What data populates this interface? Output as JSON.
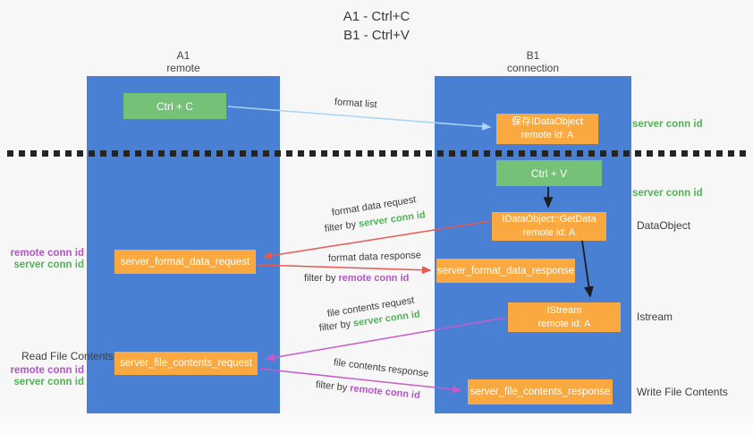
{
  "title": {
    "line1": "A1 - Ctrl+C",
    "line2": "B1 - Ctrl+V"
  },
  "lanes": {
    "a": {
      "name": "A1",
      "subtitle": "remote"
    },
    "b": {
      "name": "B1",
      "subtitle": "connection"
    }
  },
  "nodes": {
    "ctrl_c": {
      "label": "Ctrl + C"
    },
    "ctrl_v": {
      "label": "Ctrl + V"
    },
    "save_dataobject": {
      "line1": "保存IDataObject",
      "line2": "remote id: A"
    },
    "getdata": {
      "line1": "IDataObject::GetData",
      "line2": "remote id: A"
    },
    "istream": {
      "line1": "IStream",
      "line2": "remote id: A"
    },
    "server_format_data_request": {
      "label": "server_format_data_request"
    },
    "server_format_data_response": {
      "label": "server_format_data_response"
    },
    "server_file_contents_request": {
      "label": "server_file_contents_request"
    },
    "server_file_contents_response": {
      "label": "server_file_contents_response"
    }
  },
  "edge_labels": {
    "format_list": "format list",
    "format_data_request": "format data request",
    "format_data_request_filter": {
      "prefix": "filter by ",
      "key": "server conn id"
    },
    "format_data_response": "format data response",
    "format_data_response_filter": {
      "prefix": "filter by ",
      "key": "remote conn id"
    },
    "file_contents_request": "file contents request",
    "file_contents_request_filter": {
      "prefix": "filter by ",
      "key": "server conn id"
    },
    "file_contents_response": "file contents response",
    "file_contents_response_filter": {
      "prefix": "filter by ",
      "key": "remote conn id"
    }
  },
  "side_labels": {
    "save_server_conn": "server conn id",
    "paste_server_conn": "server conn id",
    "dataobject": "DataObject",
    "istream": "Istream",
    "write_file_contents": "Write File Contents",
    "read_file_contents": "Read File Contents",
    "format_remote_conn": "remote conn id",
    "format_server_conn": "server conn id",
    "file_remote_conn": "remote conn id",
    "file_server_conn": "server conn id"
  },
  "colors": {
    "lane": "#4a80d4",
    "green_box": "#75c178",
    "orange_box": "#f9a940",
    "green_text": "#53b156",
    "purple_text": "#b354c6",
    "red_arrow": "#e85850",
    "magenta_arrow": "#c75bc7",
    "light_blue_arrow": "#a9d4f2",
    "black_arrow": "#1c1c1c"
  }
}
